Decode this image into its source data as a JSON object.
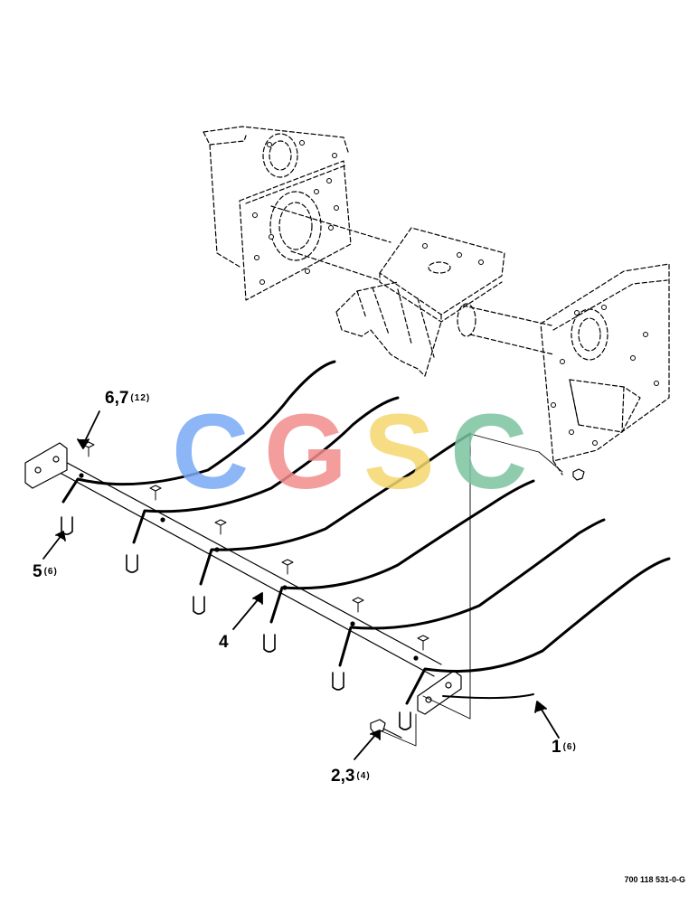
{
  "callouts": {
    "c67": {
      "number": "6,7",
      "qty": "(12)"
    },
    "c5": {
      "number": "5",
      "qty": "(6)"
    },
    "c4": {
      "number": "4",
      "qty": ""
    },
    "c23": {
      "number": "2,3",
      "qty": "(4)"
    },
    "c1": {
      "number": "1",
      "qty": "(6)"
    }
  },
  "watermark": {
    "letters": [
      "C",
      "G",
      "S",
      "C"
    ],
    "colors": [
      "#7aaaf5",
      "#f28c8c",
      "#f5d76e",
      "#7cc29f"
    ]
  },
  "document_code": "700 118 531-0-G"
}
